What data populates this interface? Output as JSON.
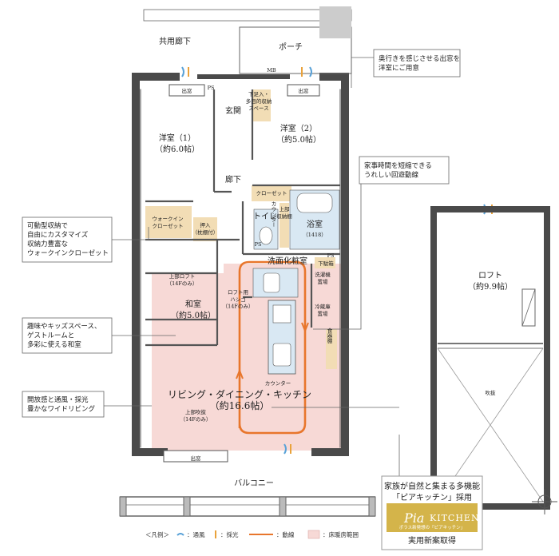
{
  "rooms": {
    "common_corridor": "共用廊下",
    "porch": "ポーチ",
    "window_top_left": "出窓",
    "window_top_right": "出窓",
    "window_bottom": "出窓",
    "ps_top": "PS",
    "mb": "MB",
    "entrance": "玄関",
    "shoe_storage": "下足入・\n多目的収納\nスペース",
    "western1": "洋室（1）",
    "western1_size": "（約6.0帖）",
    "western2": "洋室（2）",
    "western2_size": "（約5.0帖）",
    "hallway": "廊下",
    "closet": "クローゼット",
    "walkin_closet": "ウォークイン\nクローゼット",
    "oshiire": "押入\n（枕棚付）",
    "upper_storage": "上部\n収納棚",
    "toilet": "トイレ",
    "counter_vertical": "カウンター",
    "ps_toilet": "PS",
    "bath": "浴室",
    "bath_size": "（1418）",
    "washroom": "洗面化粧室",
    "ps_wash": "PS",
    "sensor": "下駄箱",
    "washing_machine": "洗濯機\n置場",
    "fridge": "冷蔵庫\n置場",
    "pantry": "食器棚",
    "upper_loft_14f": "上部ロフト\n（14Fのみ）",
    "loft_ladder": "ロフト用\nハシゴ\n（14Fのみ）",
    "japanese": "和室",
    "japanese_size": "（約5.0帖）",
    "counter": "カウンター",
    "ldk": "リビング・ダイニング・キッチン",
    "ldk_size": "（約16.6帖）",
    "upper_atrium_14f": "上部吹抜\n（14Fのみ）",
    "balcony": "バルコニー",
    "loft": "ロフト",
    "loft_size": "（約9.9帖）",
    "atrium": "吹抜"
  },
  "callouts": {
    "entrance_window": "奥行きを感じさせる出窓を\n洋室にご用意",
    "circulation": "家事時間を短縮できる\nうれしい回遊動線",
    "walkin": "可動型収納で\n自由にカスタマイズ\n収納力豊富な\nウォークインクローゼット",
    "japanese": "趣味やキッズスペース、\nゲストルームと\n多彩に使える和室",
    "living": "開放感と通風・採光\n豊かなワイドリビング"
  },
  "badge": {
    "line1": "家族が自然と集まる多機能",
    "line2": "「ピアキッチン」採用",
    "logo_script": "Pia",
    "logo_word": "KITCHEN",
    "logo_sub": "ポラス新発想の「ピアキッチン」",
    "line3": "実用新案取得"
  },
  "legend": {
    "title": "＜凡例＞",
    "wind": "：通風",
    "light": "：採光",
    "flow": "：動線",
    "floor_heating": "：床暖房範囲"
  },
  "colors": {
    "wall": "#4a4a4a",
    "floor_heating": "#f7d9d6",
    "flow": "#e8762c",
    "storage": "#f2ddb5",
    "bath": "#d9e8f3",
    "wind": "#5aa2d8",
    "light": "#e9a23b"
  }
}
